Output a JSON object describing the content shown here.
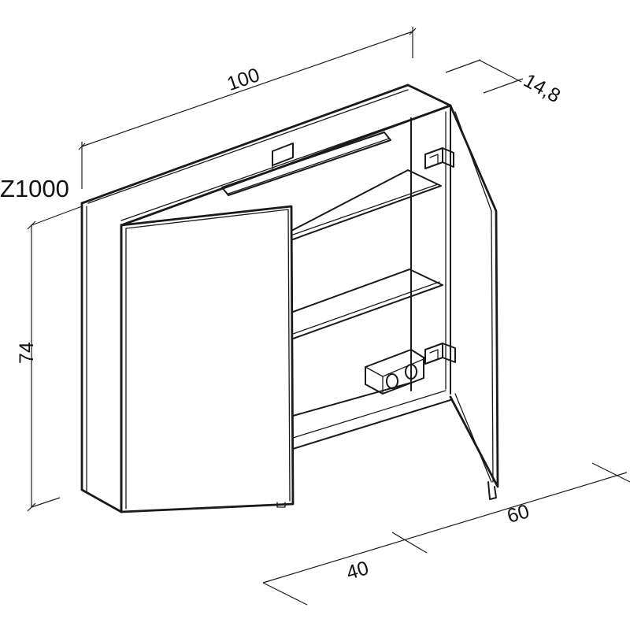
{
  "model_label": "Z1000",
  "dimensions": {
    "width": "100",
    "depth": "14,8",
    "height": "74",
    "left_door": "40",
    "right_door": "60"
  },
  "colors": {
    "line": "#1a1a1a",
    "background": "#ffffff"
  }
}
